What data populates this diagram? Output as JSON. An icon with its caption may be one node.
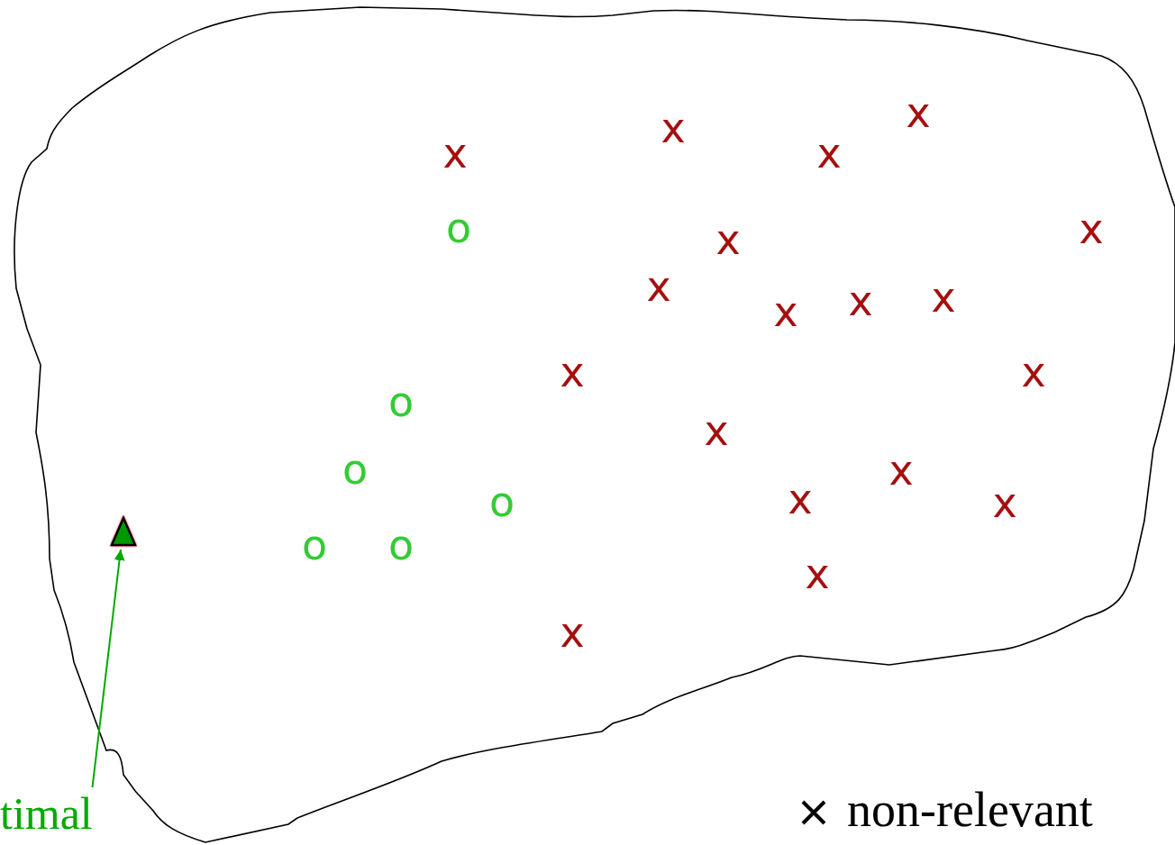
{
  "diagram": {
    "nodes": [
      {
        "text": [],
        "shape": "triangle"
      },
      {
        "text": [
          "timal"
        ]
      }
    ],
    "edges": [
      {
        "from": 1,
        "to": 0,
        "arrow": "to"
      }
    ],
    "labels": [
      "x",
      "x",
      "x",
      "x",
      "o",
      "x",
      "x",
      "x",
      "x",
      "x",
      "x",
      "x",
      "x",
      "o",
      "x",
      "o",
      "o",
      "x",
      "x",
      "x",
      "o",
      "o",
      "x",
      "x"
    ],
    "legend": [
      {
        "text": "non-relevant"
      }
    ]
  }
}
